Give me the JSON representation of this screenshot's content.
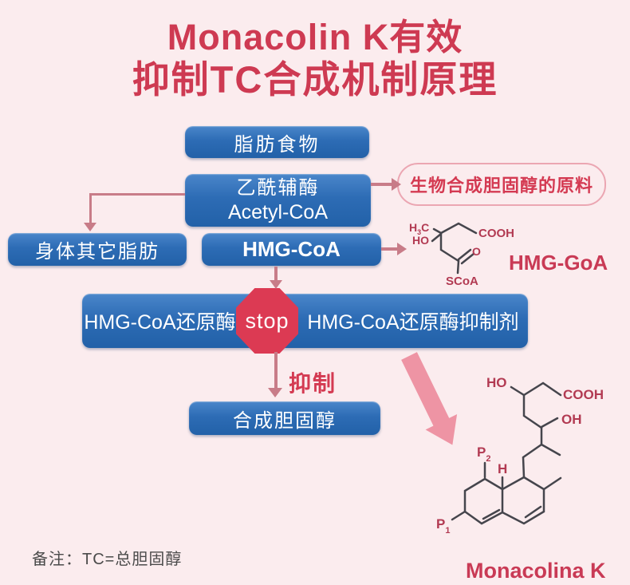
{
  "title": {
    "line1": "Monacolin K有效",
    "line2": "抑制TC合成机制原理"
  },
  "flow": {
    "fat_food": "脂肪食物",
    "acetyl_cn": "乙酰辅酶",
    "acetyl_en": "Acetyl-CoA",
    "raw_material": "生物合成胆固醇的原料",
    "body_fat": "身体其它脂肪",
    "hmg_coa": "HMG-CoA",
    "reductase": "HMG-CoA还原酶",
    "stop": "stop",
    "inhibitor": "HMG-CoA还原酶抑制剂",
    "inhibit_label": "抑制",
    "synthesize": "合成胆固醇"
  },
  "structures": {
    "hmg": {
      "name": "HMG-GoA",
      "h3c": {
        "h": "H",
        "sub": "3",
        "c": "C"
      },
      "ho": "HO",
      "cooh": "COOH",
      "o": "O",
      "scoa": "SCoA"
    },
    "monacolin": {
      "name": "Monacolina K",
      "ho": "HO",
      "cooh": "COOH",
      "oh": "OH",
      "h": "H",
      "p1": {
        "p": "P",
        "sub": "1"
      },
      "p2": {
        "p": "P",
        "sub": "2"
      }
    }
  },
  "note": "备注：TC=总胆固醇",
  "colors": {
    "background": "#fbecee",
    "title_red": "#ce3a52",
    "box_blue": "#2a68b0",
    "stop_red": "#dc3a53",
    "arrow_rose": "#c87c88",
    "big_arrow_pink": "#ee94a4",
    "structure_bond": "#45454c",
    "structure_label_red": "#b23a52",
    "note_gray": "#4b4b4b"
  }
}
